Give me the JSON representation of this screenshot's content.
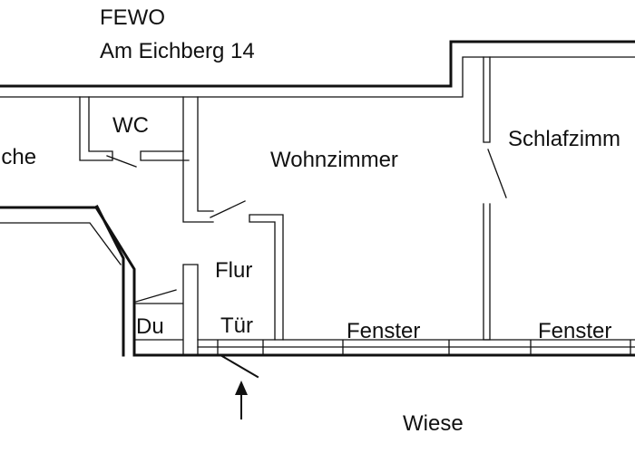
{
  "header": {
    "name": "FEWO",
    "address": "Am Eichberg 14"
  },
  "rooms": {
    "kitchen": "üche",
    "wc": "WC",
    "living": "Wohnzimmer",
    "bedroom": "Schlafzimm",
    "hall": "Flur",
    "shower": "Du"
  },
  "openings": {
    "door": "Tür",
    "window_1": "Fenster",
    "window_2": "Fenster"
  },
  "outside": {
    "meadow": "Wiese"
  },
  "colors": {
    "ink": "#111111",
    "background": "#ffffff"
  }
}
